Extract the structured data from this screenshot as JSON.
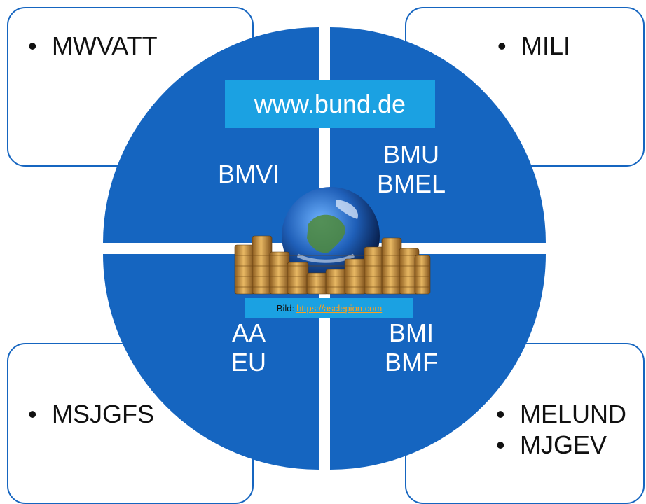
{
  "corners": {
    "top_left": {
      "items": [
        "MWVATT"
      ]
    },
    "top_right": {
      "items": [
        "MILI"
      ]
    },
    "bottom_left": {
      "items": [
        "MSJGFS"
      ]
    },
    "bottom_right": {
      "items": [
        "MELUND",
        "MJGEV"
      ]
    }
  },
  "quadrants": {
    "top_left": {
      "line1": "BMVI"
    },
    "top_right": {
      "line1": "BMU",
      "line2": "BMEL"
    },
    "bottom_left": {
      "line1": "AA",
      "line2": "EU"
    },
    "bottom_right": {
      "line1": "BMI",
      "line2": "BMF"
    }
  },
  "banner": {
    "text": "www.bund.de"
  },
  "credit": {
    "prefix": "Bild:",
    "link": "https://asclepion.com"
  },
  "colors": {
    "quadrant": "#1565c0",
    "banner": "#1ba1e2",
    "link": "#ff9f1c"
  },
  "illustration": {
    "icon": "globe-with-coin-stacks-icon"
  }
}
